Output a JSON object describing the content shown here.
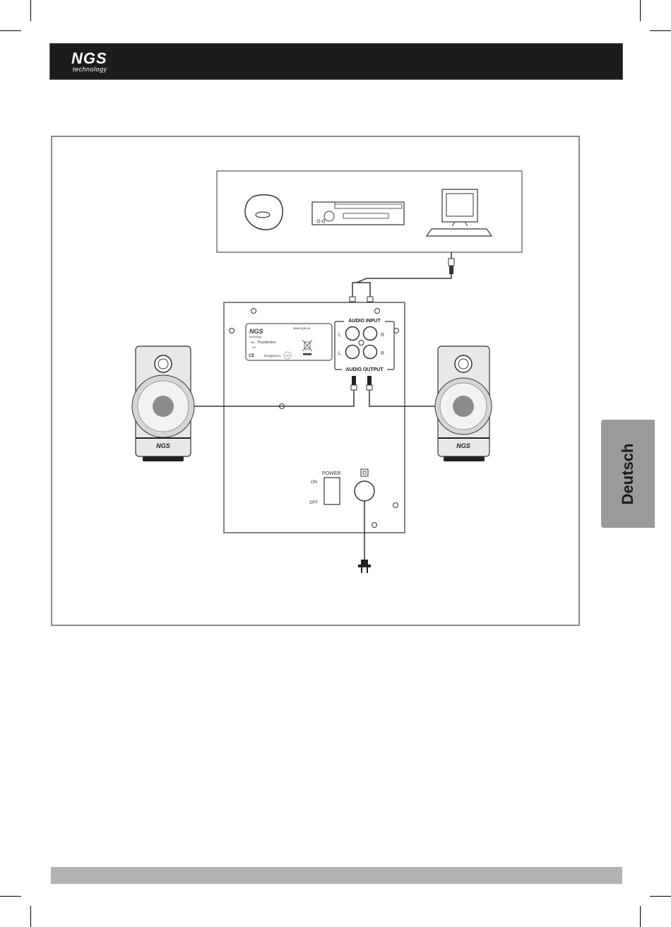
{
  "header": {
    "logo_text": "NGS",
    "logo_subtext": "technology"
  },
  "diagram": {
    "audio_input_label": "AUDIO INPUT",
    "audio_output_label": "AUDIO OUTPUT",
    "channel_left": "L",
    "channel_right": "R",
    "power_label": "POWER",
    "switch_on": "ON",
    "switch_off": "OFF",
    "speaker_brand": "NGS",
    "rating_label": {
      "brand": "NGS",
      "brand_sub": "technology",
      "website": "www.ngs.eu",
      "model_prefix": "Ref.",
      "model": "Thunderbox",
      "line2": "5%",
      "ce_mark": "CE",
      "designed_in": "Designed in",
      "designed_in_mark": "ES"
    }
  },
  "sidebar": {
    "language_tab": "Deutsch"
  },
  "colors": {
    "header_bg": "#1c1c1c",
    "tab_bg": "#9a9a9a",
    "footer_bg": "#b3b3b3",
    "frame_border": "#8a8a8a"
  }
}
